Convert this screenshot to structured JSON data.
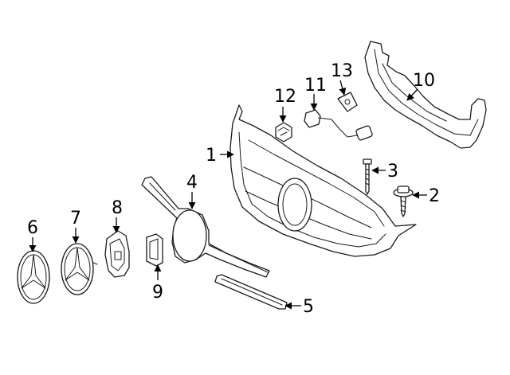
{
  "callouts": [
    {
      "number": "1",
      "part": "grille"
    },
    {
      "number": "2",
      "part": "screw-with-washer"
    },
    {
      "number": "3",
      "part": "screw"
    },
    {
      "number": "4",
      "part": "emblem-bracket"
    },
    {
      "number": "5",
      "part": "lower-trim-strip"
    },
    {
      "number": "6",
      "part": "star-emblem-outer"
    },
    {
      "number": "7",
      "part": "star-emblem"
    },
    {
      "number": "8",
      "part": "emblem-holder"
    },
    {
      "number": "9",
      "part": "clip"
    },
    {
      "number": "10",
      "part": "upper-support"
    },
    {
      "number": "11",
      "part": "camera-harness"
    },
    {
      "number": "12",
      "part": "camera"
    },
    {
      "number": "13",
      "part": "mounting-bracket"
    }
  ],
  "colors": {
    "line": "#1a1a1a",
    "background": "#ffffff"
  }
}
